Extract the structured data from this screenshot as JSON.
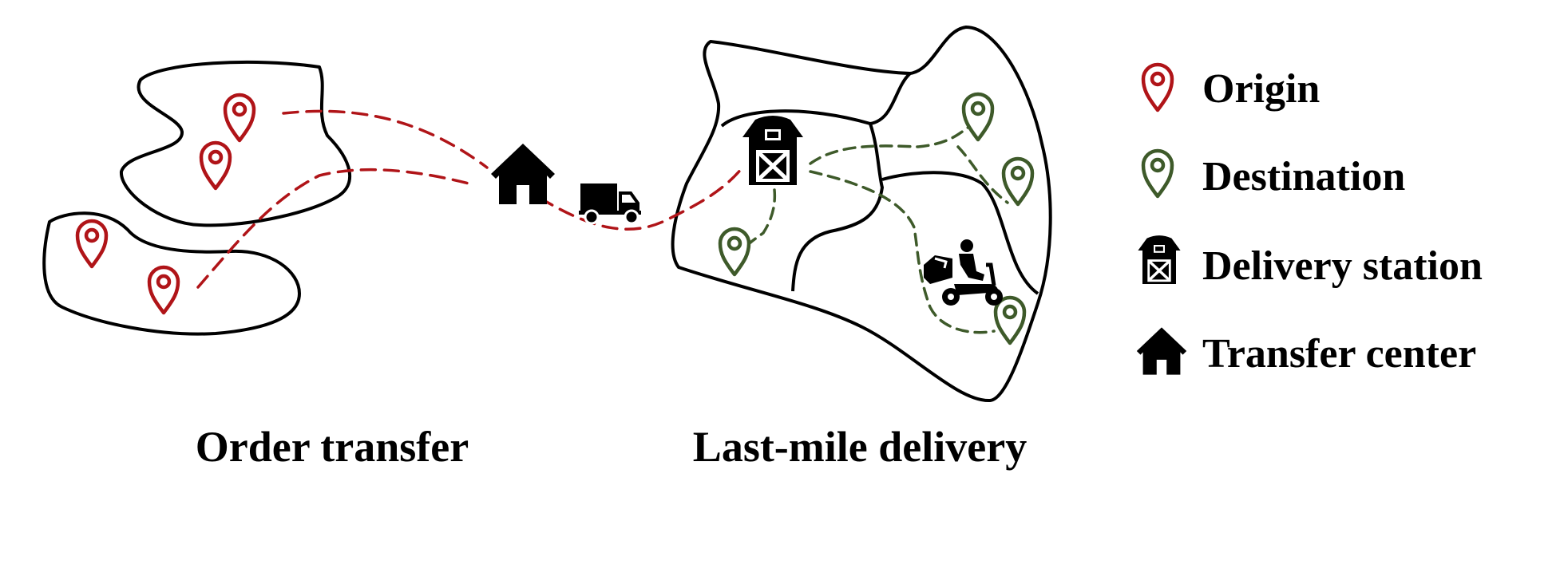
{
  "colors": {
    "origin": "#b01418",
    "destination": "#3e5a2a",
    "outline": "#000000"
  },
  "legend": {
    "origin": "Origin",
    "destination": "Destination",
    "delivery_station": "Delivery station",
    "transfer_center": "Transfer center"
  },
  "captions": {
    "order_transfer": "Order transfer",
    "last_mile_delivery": "Last-mile delivery"
  },
  "icons": {
    "origin": "map-pin-icon",
    "destination": "map-pin-icon",
    "delivery_station": "barn-icon",
    "transfer_center": "house-icon",
    "truck": "truck-icon",
    "courier": "scooter-courier-icon"
  }
}
